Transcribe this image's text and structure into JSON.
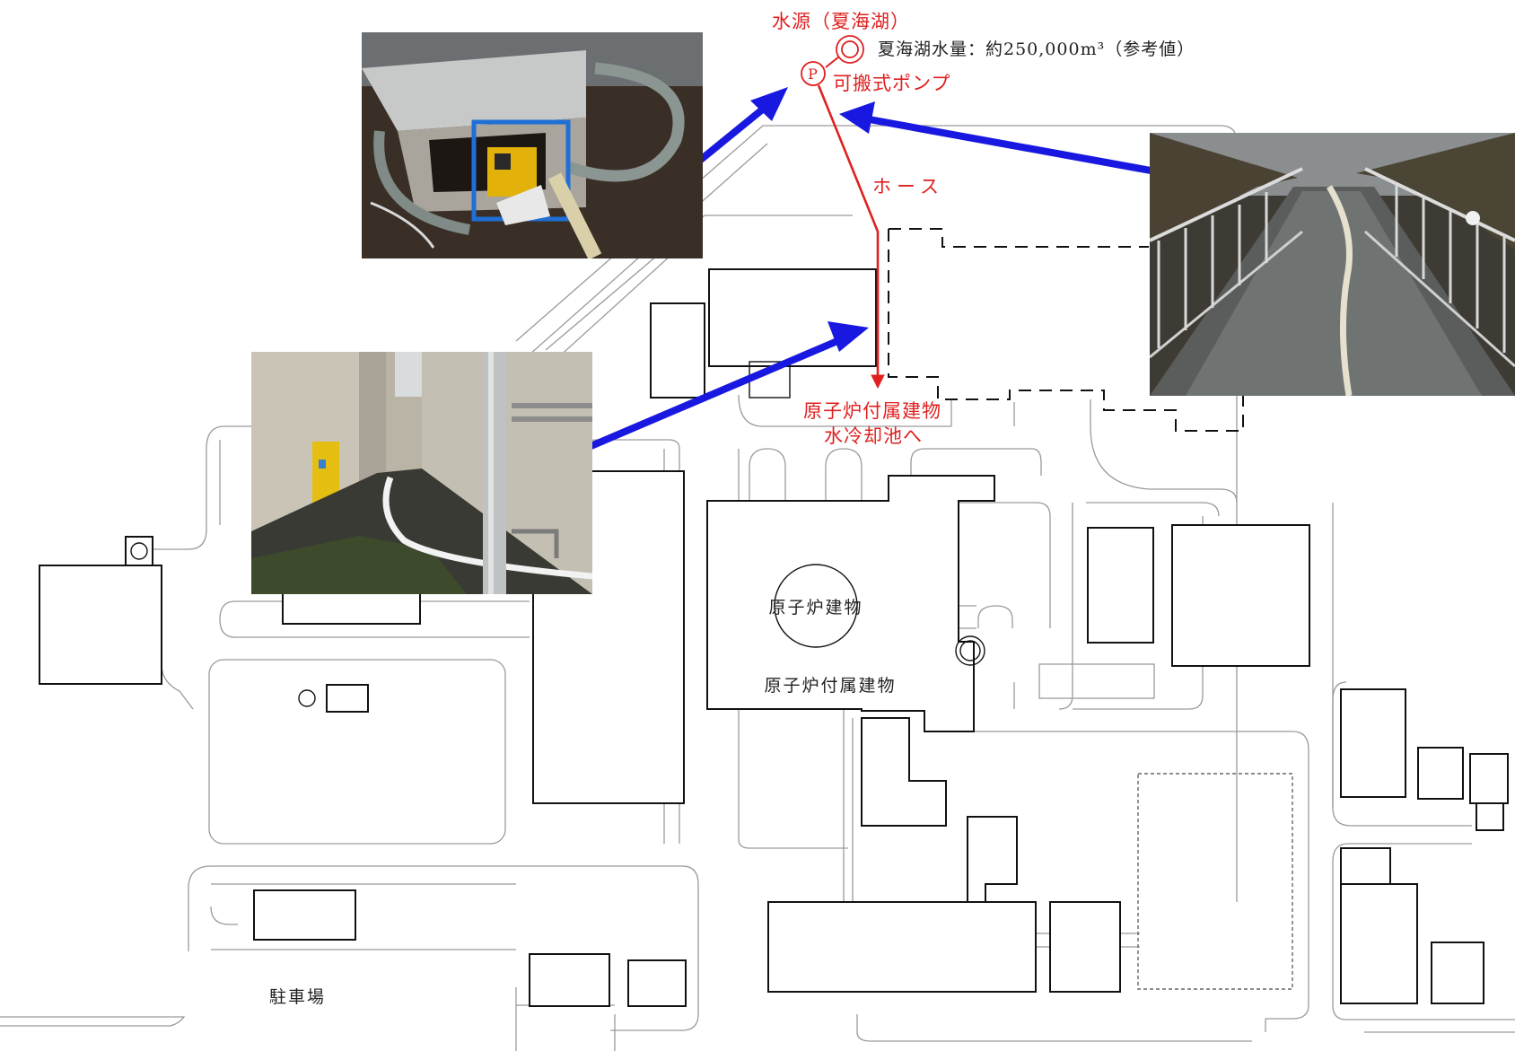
{
  "labels": {
    "water_source": "水源（夏海湖）",
    "lake_volume": "夏海湖水量：約250,000m³（参考値）",
    "pump_symbol": "P",
    "portable_pump": "可搬式ポンプ",
    "hose": "ホース",
    "destination_line1": "原子炉付属建物",
    "destination_line2": "水冷却池へ",
    "reactor_building": "原子炉建物",
    "reactor_aux_building": "原子炉付属建物",
    "parking": "駐車場"
  },
  "colors": {
    "route": "#e02020",
    "arrow": "#1818e0",
    "building_outline": "#111111",
    "road_outline": "#9a9a9a"
  },
  "photos": [
    {
      "id": "portable-pump-photo",
      "subject": "portable pump beside water intake"
    },
    {
      "id": "building-side-hose-photo",
      "subject": "hose laid along building wall"
    },
    {
      "id": "walkway-hose-photo",
      "subject": "hose laid along fenced walkway"
    }
  ]
}
